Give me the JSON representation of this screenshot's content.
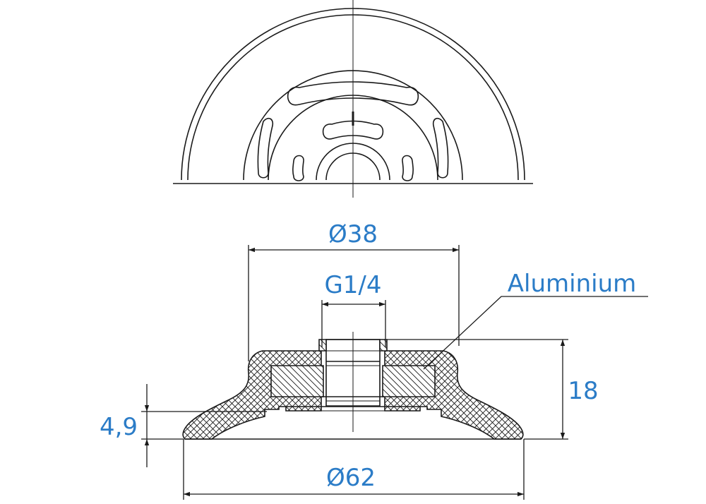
{
  "dimensions": {
    "top_diameter": "Ø38",
    "thread": "G1/4",
    "material_callout": "Aluminium",
    "height": "18",
    "lip_height": "4,9",
    "bottom_diameter": "Ø62"
  },
  "colors": {
    "line": "#1a1a1a",
    "dimension_text": "#2b7cc7",
    "background": "#ffffff"
  }
}
